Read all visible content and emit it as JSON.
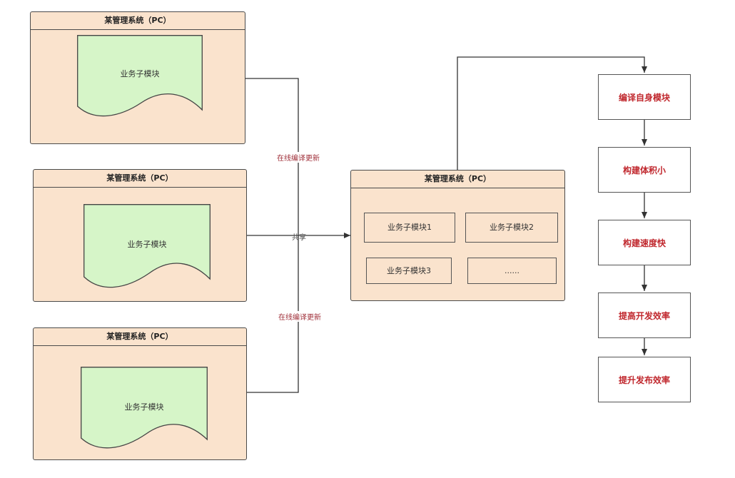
{
  "systems": [
    {
      "title": "某管理系统（PC）",
      "doc_label": "业务子模块"
    },
    {
      "title": "某管理系统（PC）",
      "doc_label": "业务子模块"
    },
    {
      "title": "某管理系统（PC）",
      "doc_label": "业务子模块"
    }
  ],
  "combined": {
    "title": "某管理系统（PC）",
    "modules": [
      "业务子模块1",
      "业务子模块2",
      "业务子模块3",
      "......"
    ]
  },
  "edge_labels": {
    "top": "在线编译更新",
    "middle": "共享",
    "bottom": "在线编译更新"
  },
  "steps": [
    "编译自身模块",
    "构建体积小",
    "构建速度快",
    "提高开发效率",
    "提升发布效率"
  ],
  "colors": {
    "system_fill": "#fae3cd",
    "doc_fill": "#d6f5c8",
    "step_text": "#c0272d",
    "line": "#333333"
  }
}
